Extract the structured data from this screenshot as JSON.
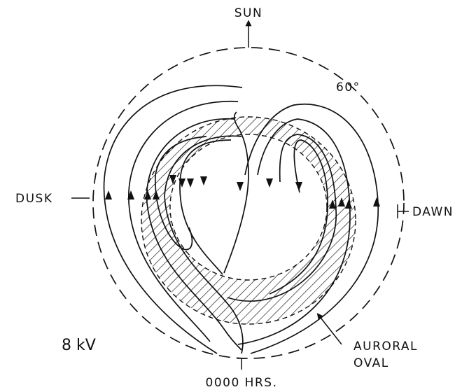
{
  "labels": {
    "sun": "SUN",
    "latitude": "60°",
    "dusk": "DUSK",
    "dawn": "DAWN",
    "midnight": "0000 HRS.",
    "auroral_line1": "AURORAL",
    "auroral_line2": "OVAL",
    "potential": "8 kV"
  }
}
